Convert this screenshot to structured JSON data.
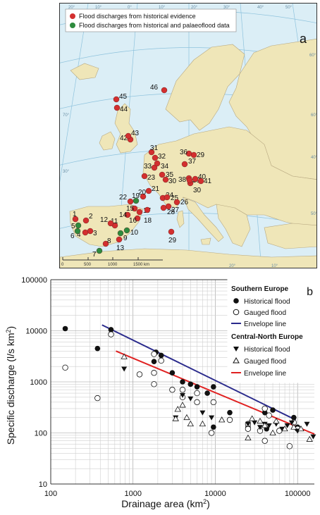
{
  "map": {
    "panel_letter": "a",
    "legend": [
      {
        "label": "Flood discharges from historical evidence",
        "color": "#d32f2f"
      },
      {
        "label": "Flood discharges from historical and palaeoflood data",
        "color": "#2e8b3e"
      }
    ],
    "scale": {
      "labels": [
        "0",
        "500",
        "1000",
        "1500 km"
      ]
    },
    "graticule_labels": [
      "20°",
      "10°",
      "0°",
      "10°",
      "20°",
      "30°",
      "40°",
      "50°",
      "60°",
      "40°",
      "50°",
      "60°",
      "70°",
      "30°",
      "20°",
      "10°"
    ],
    "sites": [
      {
        "id": "1",
        "color": "#d32f2f"
      },
      {
        "id": "2",
        "color": "#d32f2f"
      },
      {
        "id": "3",
        "color": "#d32f2f"
      },
      {
        "id": "4",
        "color": "#d32f2f"
      },
      {
        "id": "5",
        "color": "#2e8b3e"
      },
      {
        "id": "6",
        "color": "#2e8b3e"
      },
      {
        "id": "7",
        "color": "#2e8b3e"
      },
      {
        "id": "8",
        "color": "#d32f2f"
      },
      {
        "id": "9",
        "color": "#2e8b3e"
      },
      {
        "id": "10",
        "color": "#2e8b3e"
      },
      {
        "id": "11",
        "color": "#d32f2f"
      },
      {
        "id": "12",
        "color": "#d32f2f"
      },
      {
        "id": "13",
        "color": "#d32f2f"
      },
      {
        "id": "14",
        "color": "#d32f2f"
      },
      {
        "id": "15",
        "color": "#d32f2f"
      },
      {
        "id": "16",
        "color": "#d32f2f"
      },
      {
        "id": "17",
        "color": "#d32f2f"
      },
      {
        "id": "18",
        "color": "#d32f2f"
      },
      {
        "id": "19",
        "color": "#2e8b3e"
      },
      {
        "id": "20",
        "color": "#d32f2f"
      },
      {
        "id": "21",
        "color": "#d32f2f"
      },
      {
        "id": "22",
        "color": "#d32f2f"
      },
      {
        "id": "23",
        "color": "#d32f2f"
      },
      {
        "id": "24",
        "color": "#d32f2f"
      },
      {
        "id": "25",
        "color": "#d32f2f"
      },
      {
        "id": "26",
        "color": "#d32f2f"
      },
      {
        "id": "27",
        "color": "#d32f2f"
      },
      {
        "id": "28",
        "color": "#d32f2f"
      },
      {
        "id": "29",
        "color": "#d32f2f"
      },
      {
        "id": "29",
        "color": "#d32f2f"
      },
      {
        "id": "30",
        "color": "#d32f2f"
      },
      {
        "id": "30",
        "color": "#d32f2f"
      },
      {
        "id": "31",
        "color": "#d32f2f"
      },
      {
        "id": "32",
        "color": "#d32f2f"
      },
      {
        "id": "33",
        "color": "#d32f2f"
      },
      {
        "id": "34",
        "color": "#d32f2f"
      },
      {
        "id": "35",
        "color": "#d32f2f"
      },
      {
        "id": "36",
        "color": "#d32f2f"
      },
      {
        "id": "37",
        "color": "#d32f2f"
      },
      {
        "id": "38",
        "color": "#d32f2f"
      },
      {
        "id": "39",
        "color": "#d32f2f"
      },
      {
        "id": "40",
        "color": "#d32f2f"
      },
      {
        "id": "41",
        "color": "#d32f2f"
      },
      {
        "id": "42",
        "color": "#d32f2f"
      },
      {
        "id": "43",
        "color": "#d32f2f"
      },
      {
        "id": "44",
        "color": "#d32f2f"
      },
      {
        "id": "45",
        "color": "#d32f2f"
      },
      {
        "id": "46",
        "color": "#d32f2f"
      }
    ]
  },
  "chart_data": {
    "type": "scatter",
    "panel_letter": "b",
    "xlabel": "Drainage area (km²)",
    "ylabel": "Specific discharge (l/s km²)",
    "x_scale": "log",
    "y_scale": "log",
    "xlim": [
      100,
      160000
    ],
    "ylim": [
      10,
      100000
    ],
    "x_ticks": [
      {
        "v": 100,
        "label": "100"
      },
      {
        "v": 1000,
        "label": "1000"
      },
      {
        "v": 10000,
        "label": "10000"
      },
      {
        "v": 100000,
        "label": "100000"
      }
    ],
    "y_ticks": [
      {
        "v": 10,
        "label": "10"
      },
      {
        "v": 100,
        "label": "100"
      },
      {
        "v": 1000,
        "label": "1000"
      },
      {
        "v": 10000,
        "label": "10000"
      },
      {
        "v": 100000,
        "label": "100000"
      }
    ],
    "grid": true,
    "legend_position": "top-right",
    "legend_groups": [
      {
        "title": "Southern Europe",
        "items": [
          {
            "label": "Historical flood",
            "marker": "circle-filled"
          },
          {
            "label": "Gauged flood",
            "marker": "circle-open"
          },
          {
            "label": "Envelope line",
            "marker": "line",
            "color": "#2a2a8c"
          }
        ]
      },
      {
        "title": "Central-North Europe",
        "items": [
          {
            "label": "Historical flood",
            "marker": "triangle-down-filled"
          },
          {
            "label": "Gauged flood",
            "marker": "triangle-up-open"
          },
          {
            "label": "Envelope line",
            "marker": "line",
            "color": "#e02020"
          }
        ]
      }
    ],
    "series": [
      {
        "name": "Southern Europe Historical flood",
        "marker": "circle-filled",
        "points": [
          [
            150,
            11000
          ],
          [
            370,
            4500
          ],
          [
            540,
            10500
          ],
          [
            1800,
            2500
          ],
          [
            1900,
            3800
          ],
          [
            2200,
            3300
          ],
          [
            3000,
            1500
          ],
          [
            4000,
            1000
          ],
          [
            5000,
            900
          ],
          [
            6000,
            800
          ],
          [
            8000,
            600
          ],
          [
            9500,
            800
          ],
          [
            9500,
            130
          ],
          [
            15000,
            250
          ],
          [
            25000,
            130
          ],
          [
            40000,
            250
          ],
          [
            42000,
            120
          ],
          [
            50000,
            280
          ],
          [
            90000,
            200
          ],
          [
            100000,
            130
          ]
        ]
      },
      {
        "name": "Southern Europe Gauged flood",
        "marker": "circle-open",
        "points": [
          [
            150,
            1900
          ],
          [
            370,
            480
          ],
          [
            540,
            8500
          ],
          [
            1200,
            1400
          ],
          [
            1800,
            3500
          ],
          [
            1800,
            1500
          ],
          [
            1800,
            900
          ],
          [
            2200,
            2600
          ],
          [
            3000,
            700
          ],
          [
            4000,
            700
          ],
          [
            4000,
            500
          ],
          [
            6000,
            400
          ],
          [
            6000,
            600
          ],
          [
            9000,
            100
          ],
          [
            9500,
            400
          ],
          [
            15000,
            180
          ],
          [
            25000,
            120
          ],
          [
            25000,
            150
          ],
          [
            35000,
            110
          ],
          [
            40000,
            70
          ],
          [
            40000,
            300
          ],
          [
            45000,
            220
          ],
          [
            60000,
            110
          ],
          [
            80000,
            55
          ],
          [
            90000,
            160
          ],
          [
            100000,
            120
          ]
        ]
      },
      {
        "name": "Central-North Europe Historical flood",
        "marker": "triangle-down-filled",
        "points": [
          [
            780,
            1800
          ],
          [
            3300,
            200
          ],
          [
            4000,
            550
          ],
          [
            5000,
            470
          ],
          [
            7000,
            250
          ],
          [
            9000,
            200
          ],
          [
            25000,
            150
          ],
          [
            30000,
            160
          ],
          [
            35000,
            130
          ],
          [
            40000,
            150
          ],
          [
            45000,
            140
          ],
          [
            55000,
            150
          ],
          [
            65000,
            120
          ],
          [
            75000,
            140
          ],
          [
            85000,
            160
          ],
          [
            100000,
            110
          ],
          [
            130000,
            150
          ],
          [
            155000,
            85
          ]
        ]
      },
      {
        "name": "Central-North Europe Gauged flood",
        "marker": "triangle-up-open",
        "points": [
          [
            780,
            3100
          ],
          [
            3300,
            190
          ],
          [
            3500,
            290
          ],
          [
            4000,
            350
          ],
          [
            4500,
            200
          ],
          [
            5000,
            150
          ],
          [
            7000,
            150
          ],
          [
            12000,
            180
          ],
          [
            25000,
            80
          ],
          [
            28000,
            190
          ],
          [
            35000,
            170
          ],
          [
            40000,
            140
          ],
          [
            50000,
            100
          ],
          [
            55000,
            170
          ],
          [
            70000,
            120
          ],
          [
            90000,
            130
          ],
          [
            110000,
            120
          ],
          [
            140000,
            75
          ]
        ]
      }
    ],
    "envelopes": [
      {
        "name": "Southern Europe Envelope line",
        "color": "#2a2a8c",
        "x": [
          420,
          95000
        ],
        "y": [
          13000,
          180
        ]
      },
      {
        "name": "Central-North Europe Envelope line",
        "color": "#e02020",
        "x": [
          620,
          160000
        ],
        "y": [
          4000,
          95
        ]
      }
    ]
  }
}
